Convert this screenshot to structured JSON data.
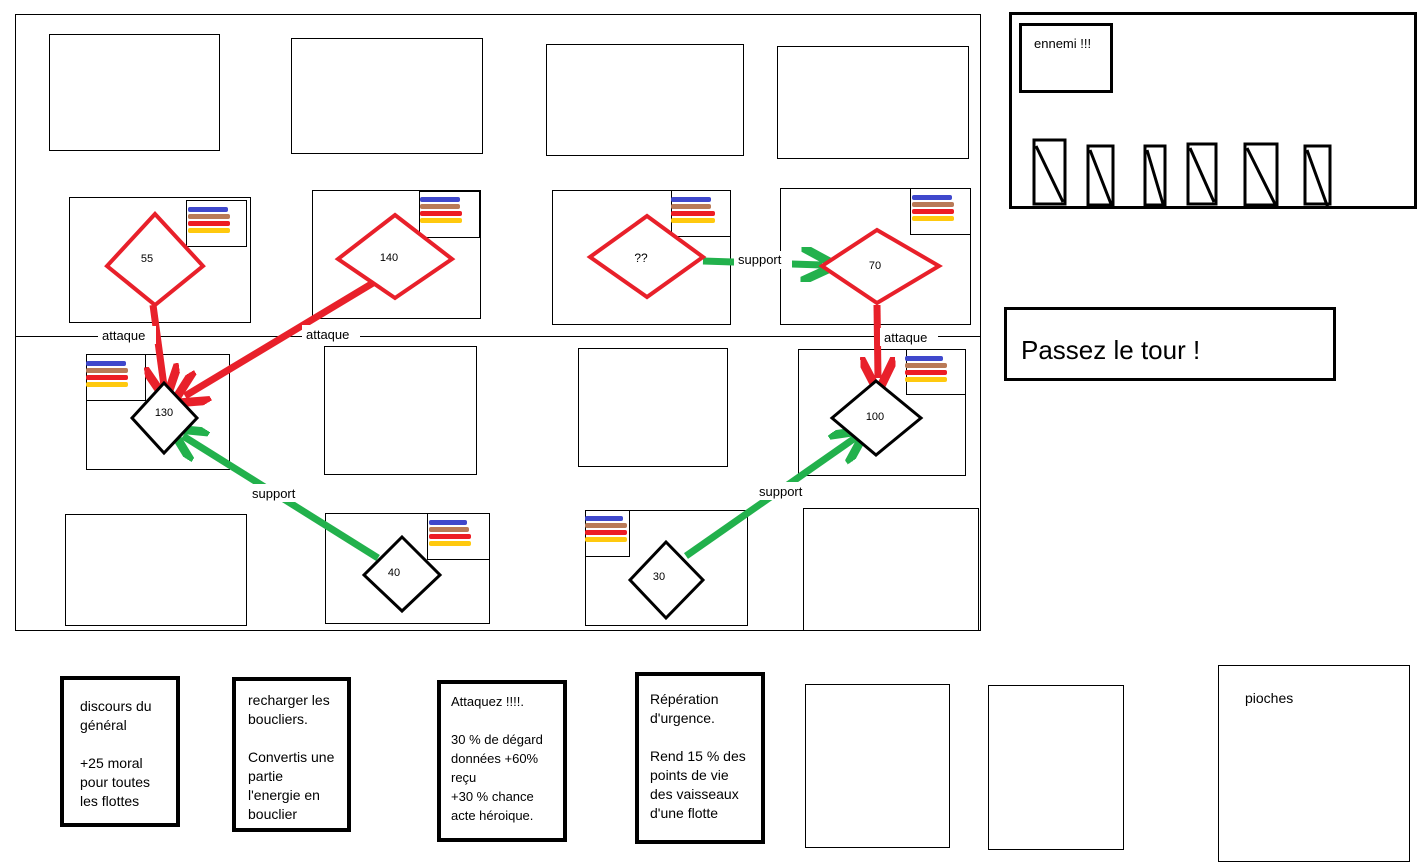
{
  "board": {
    "fleets": [
      {
        "value": "55",
        "side": "enemy"
      },
      {
        "value": "140",
        "side": "enemy"
      },
      {
        "value": "??",
        "side": "enemy"
      },
      {
        "value": "70",
        "side": "enemy"
      },
      {
        "value": "130",
        "side": "player"
      },
      {
        "value": "100",
        "side": "player"
      },
      {
        "value": "40",
        "side": "player"
      },
      {
        "value": "30",
        "side": "player"
      }
    ],
    "actions": {
      "attack_1": "attaque",
      "attack_2": "attaque",
      "attack_3": "attaque",
      "support_1": "support",
      "support_2": "support",
      "support_3": "support"
    },
    "colors": {
      "enemy": "#e8202a",
      "player": "#000000",
      "support": "#22b14c",
      "bar_blue": "#3f48cc",
      "bar_brown": "#b97a57",
      "bar_red": "#ed1c24",
      "bar_yellow": "#ffc90e"
    }
  },
  "enemy_panel": {
    "label": "ennemi !!!",
    "card_count": 6
  },
  "pass_turn_button": {
    "label": "Passez le tour !"
  },
  "hand": {
    "cards": [
      {
        "text": "discours du\ngénéral\n\n+25 moral\npour toutes\nles flottes"
      },
      {
        "text": "recharger les\nboucliers.\n\nConvertis une\npartie\nl'energie en\nbouclier"
      },
      {
        "text": "Attaquez !!!!.\n\n30 % de dégard\ndonnées +60% reçu\n+30 %  chance\nacte héroique."
      },
      {
        "text": "Répération\nd'urgence.\n\nRend 15 % des\npoints de vie\ndes vaisseaux\nd'une flotte"
      }
    ],
    "draw_pile": {
      "label": "pioches"
    }
  }
}
